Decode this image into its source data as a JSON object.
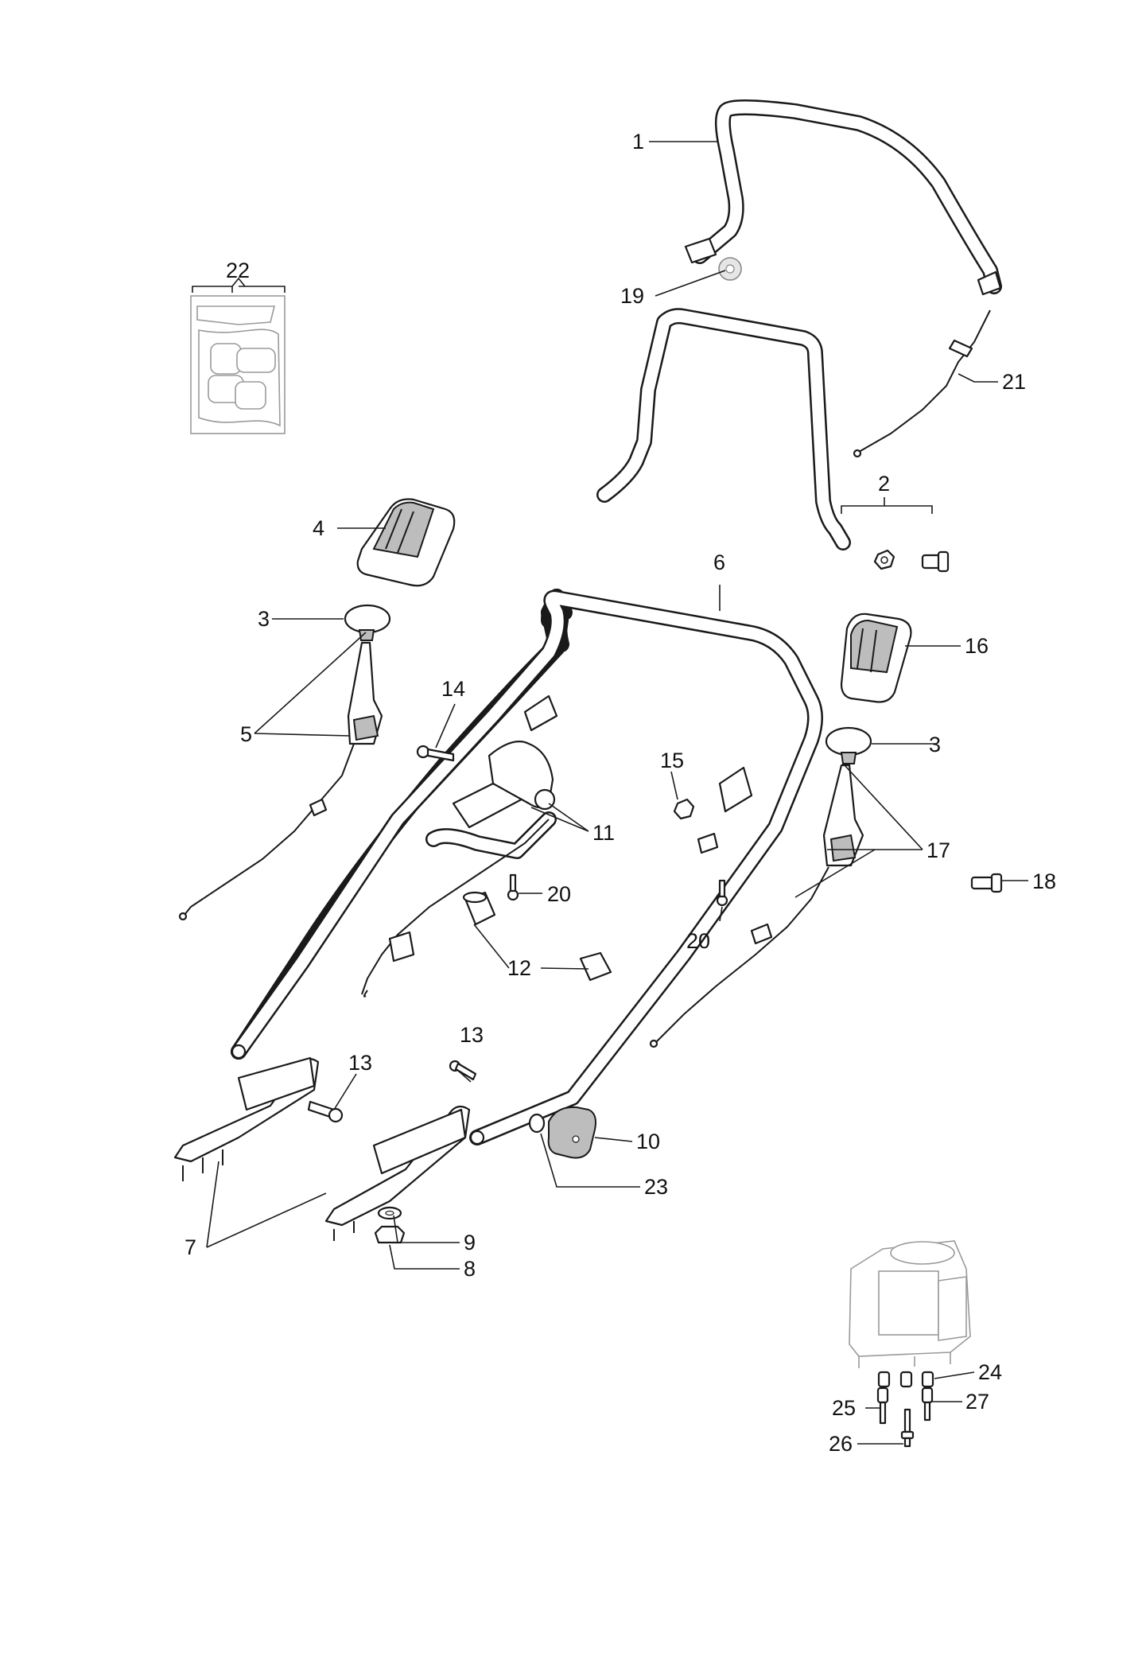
{
  "callouts": {
    "c1": "1",
    "c2": "2",
    "c3a": "3",
    "c3b": "3",
    "c4": "4",
    "c5": "5",
    "c6": "6",
    "c7": "7",
    "c8": "8",
    "c9": "9",
    "c10": "10",
    "c11": "11",
    "c12": "12",
    "c13a": "13",
    "c13b": "13",
    "c14": "14",
    "c15": "15",
    "c16": "16",
    "c17": "17",
    "c18": "18",
    "c19": "19",
    "c20a": "20",
    "c20b": "20",
    "c21": "21",
    "c22": "22",
    "c23": "23",
    "c24": "24",
    "c25": "25",
    "c26": "26",
    "c27": "27"
  },
  "parts": [
    {
      "ref": "1",
      "icon": "upper-handle-icon"
    },
    {
      "ref": "2",
      "icon": "nut-bolt-kit-icon"
    },
    {
      "ref": "3",
      "icon": "lever-knob-icon"
    },
    {
      "ref": "4",
      "icon": "cable-cover-icon"
    },
    {
      "ref": "5",
      "icon": "control-lever-cable-icon"
    },
    {
      "ref": "6",
      "icon": "lower-handle-icon"
    },
    {
      "ref": "7",
      "icon": "handle-bracket-icon"
    },
    {
      "ref": "8",
      "icon": "nut-icon"
    },
    {
      "ref": "9",
      "icon": "washer-icon"
    },
    {
      "ref": "10",
      "icon": "handle-knob-icon"
    },
    {
      "ref": "11",
      "icon": "engine-brake-cable-icon"
    },
    {
      "ref": "12",
      "icon": "cable-clip-icon"
    },
    {
      "ref": "13",
      "icon": "screw-icon"
    },
    {
      "ref": "14",
      "icon": "screw-icon"
    },
    {
      "ref": "15",
      "icon": "nut-icon"
    },
    {
      "ref": "16",
      "icon": "cable-cover-icon"
    },
    {
      "ref": "17",
      "icon": "control-lever-cable-icon"
    },
    {
      "ref": "18",
      "icon": "bolt-icon"
    },
    {
      "ref": "19",
      "icon": "washer-icon"
    },
    {
      "ref": "20",
      "icon": "screw-icon"
    },
    {
      "ref": "21",
      "icon": "control-cable-icon"
    },
    {
      "ref": "22",
      "icon": "decal-icon"
    },
    {
      "ref": "23",
      "icon": "washer-icon"
    },
    {
      "ref": "24",
      "icon": "spacer-icon"
    },
    {
      "ref": "25",
      "icon": "bolt-icon"
    },
    {
      "ref": "26",
      "icon": "bolt-icon"
    },
    {
      "ref": "27",
      "icon": "bolt-icon"
    }
  ]
}
